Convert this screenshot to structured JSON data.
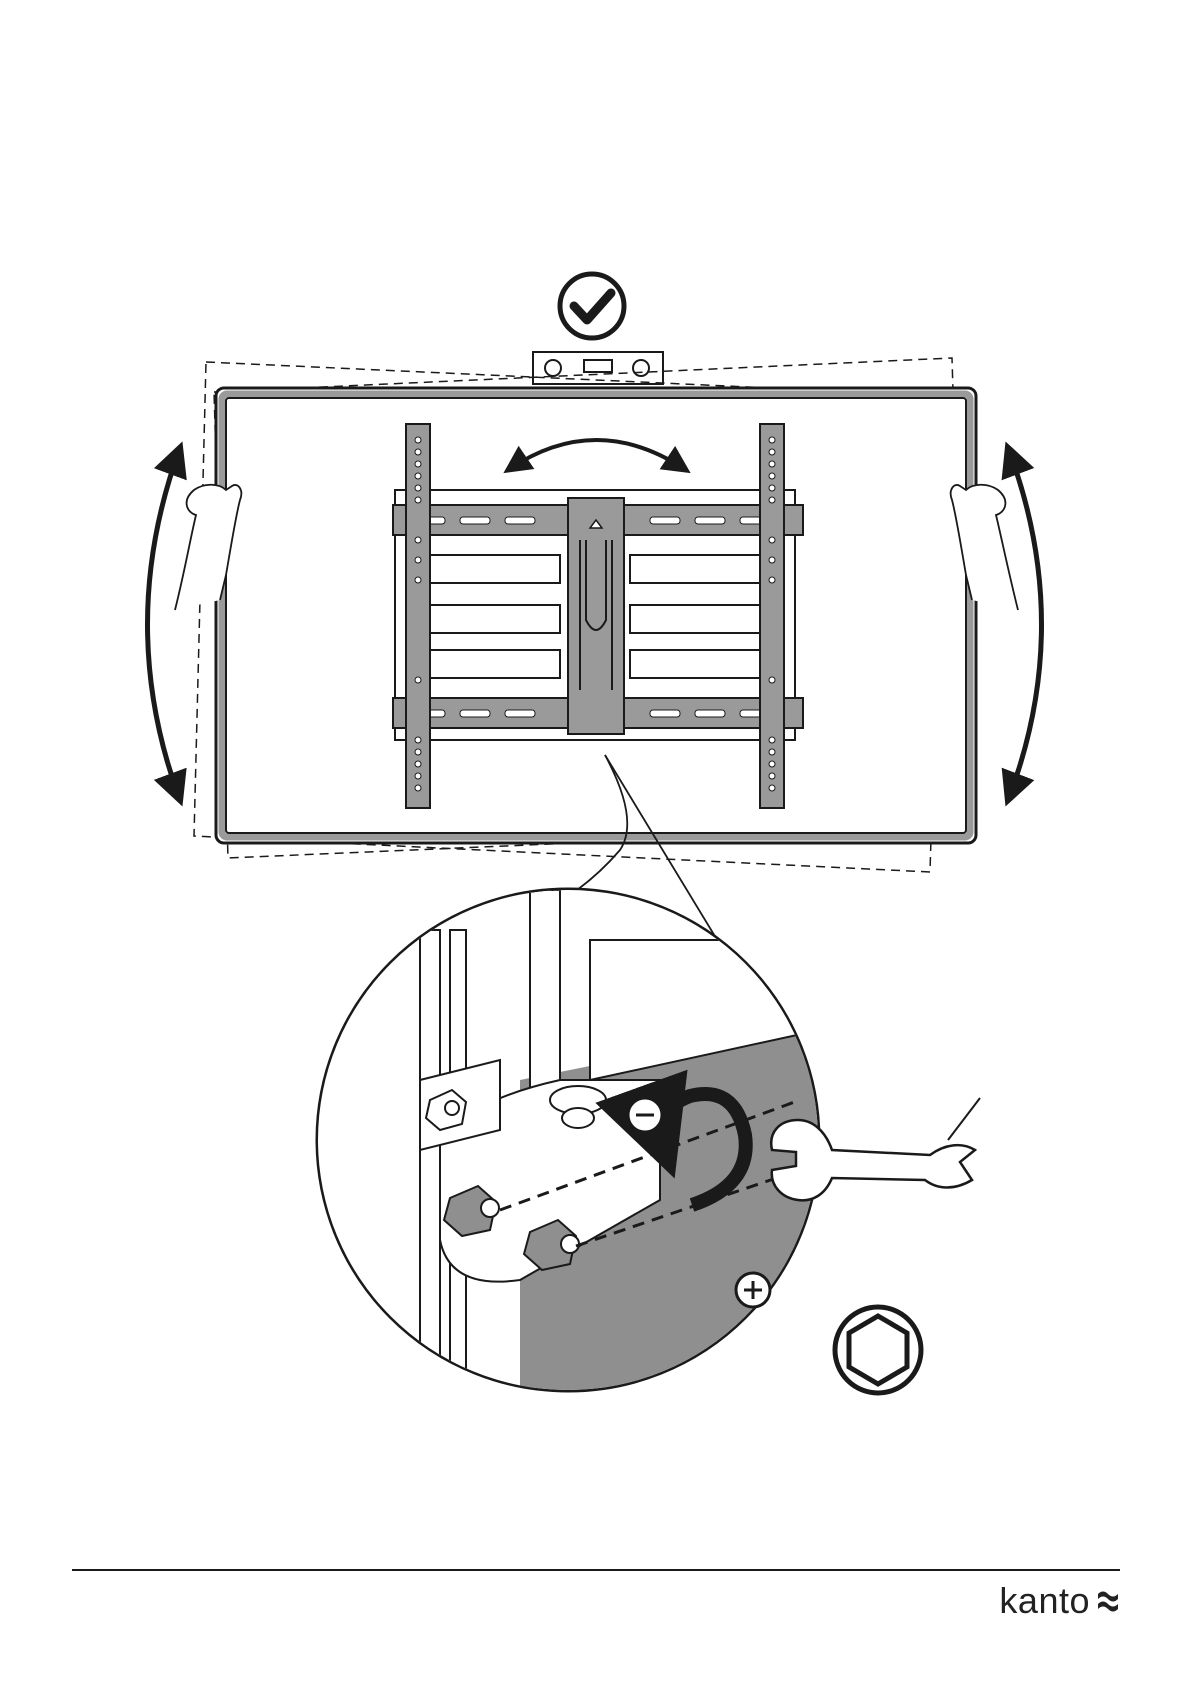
{
  "document": {
    "type": "installation-manual-page",
    "step_topic": "level-and-tighten-tilt-adjustment"
  },
  "colors": {
    "line": "#1a1a1a",
    "panel_gray": "#9a9a9a",
    "zoom_fill": "#8f8f8f",
    "paper": "#ffffff"
  },
  "icons": {
    "approval": "check-circle-icon",
    "level": "spirit-level-icon",
    "tool": "wrench-icon",
    "hex": "hex-nut-icon",
    "loosen": "minus-circle-icon",
    "tighten": "plus-circle-icon"
  },
  "footer": {
    "brand_name": "kanto"
  }
}
